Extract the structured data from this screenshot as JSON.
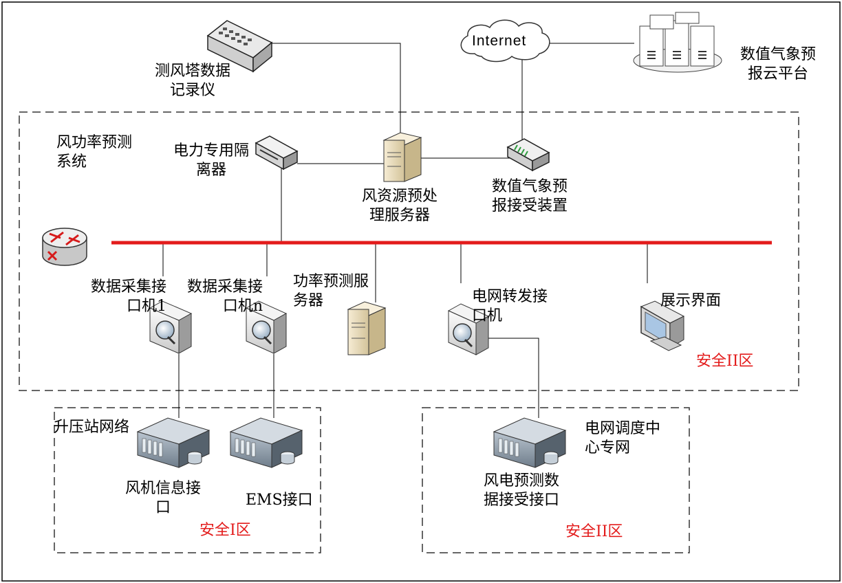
{
  "internet": "Internet",
  "cloud_platform": [
    "数值气象预",
    "报云平台"
  ],
  "wind_tower_logger": [
    "测风塔数据",
    "记录仪"
  ],
  "forecast_system": [
    "风功率预测",
    "系统"
  ],
  "isolator": [
    "电力专用隔",
    "离器"
  ],
  "preprocess_server": [
    "风资源预处",
    "理服务器"
  ],
  "nwp_receiver": [
    "数值气象预",
    "报接受装置"
  ],
  "acq_if_1": [
    "数据采集接",
    "口机1"
  ],
  "acq_if_n": [
    "数据采集接",
    "口机n"
  ],
  "forecast_server": [
    "功率预测服",
    "务器"
  ],
  "grid_forward_if": [
    "电网转发接",
    "口机"
  ],
  "display": "展示界面",
  "zone_security_2_main": "安全II区",
  "booster_network": "升压站网络",
  "turbine_info_if": [
    "风机信息接",
    "口"
  ],
  "ems_if": "EMS接口",
  "zone_security_1": "安全I区",
  "dispatch_network": [
    "电网调度中",
    "心专网"
  ],
  "forecast_data_if": [
    "风电预测数",
    "据接受接口"
  ],
  "zone_security_2_dispatch": "安全II区",
  "colors": {
    "backbone": "#e31c1c",
    "zone_label": "#e31c1c",
    "line": "#000000"
  }
}
